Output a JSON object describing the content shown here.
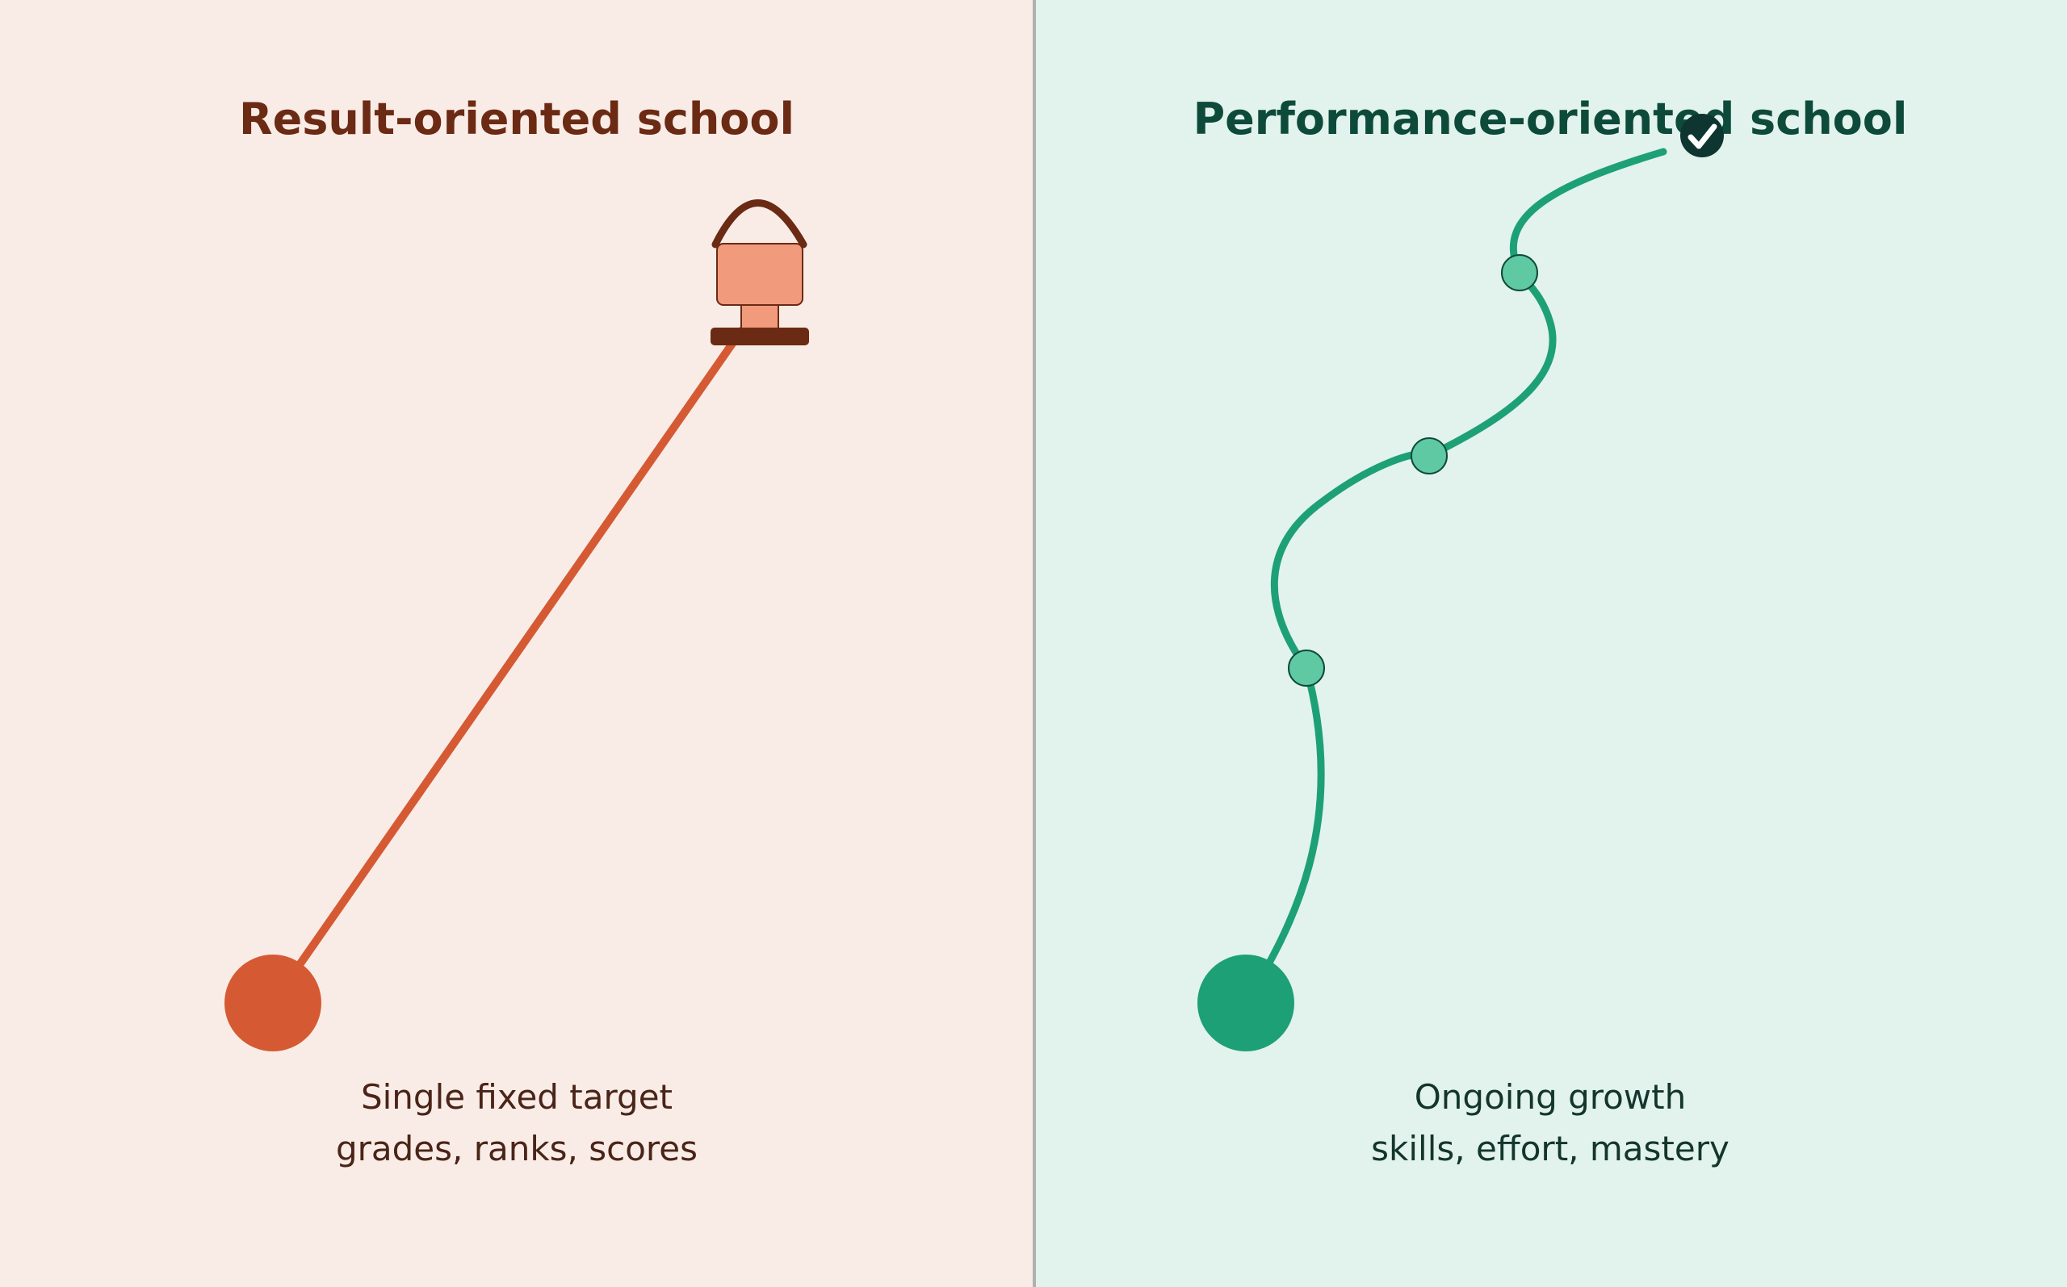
{
  "colors": {
    "left_background": "#F9ECE6",
    "right_background": "#E1F3EC",
    "divider": "#B0B0B0",
    "result_title": "#6B2A14",
    "result_text": "#4A2418",
    "result_line": "#D55A34",
    "result_start": "#D55A34",
    "trophy_body": "#F19A7C",
    "trophy_dark": "#6B2A14",
    "performance_title": "#0E4A3A",
    "performance_text": "#13352C",
    "performance_path": "#1EA077",
    "performance_start": "#1EA077",
    "milestone_fill": "#5FC9A4",
    "check_badge": "#0E3530",
    "check_mark": "#FFFFFF"
  },
  "left_panel": {
    "title": "Result-oriented school",
    "caption_line1": "Single fixed target",
    "caption_line2": "grades, ranks, scores",
    "icons": [
      "start-dot",
      "trophy-icon"
    ]
  },
  "right_panel": {
    "title": "Performance-oriented school",
    "caption_line1": "Ongoing growth",
    "caption_line2": "skills, effort, mastery",
    "icons": [
      "start-dot",
      "milestone-marker",
      "milestone-marker",
      "milestone-marker",
      "check-badge-icon"
    ]
  }
}
